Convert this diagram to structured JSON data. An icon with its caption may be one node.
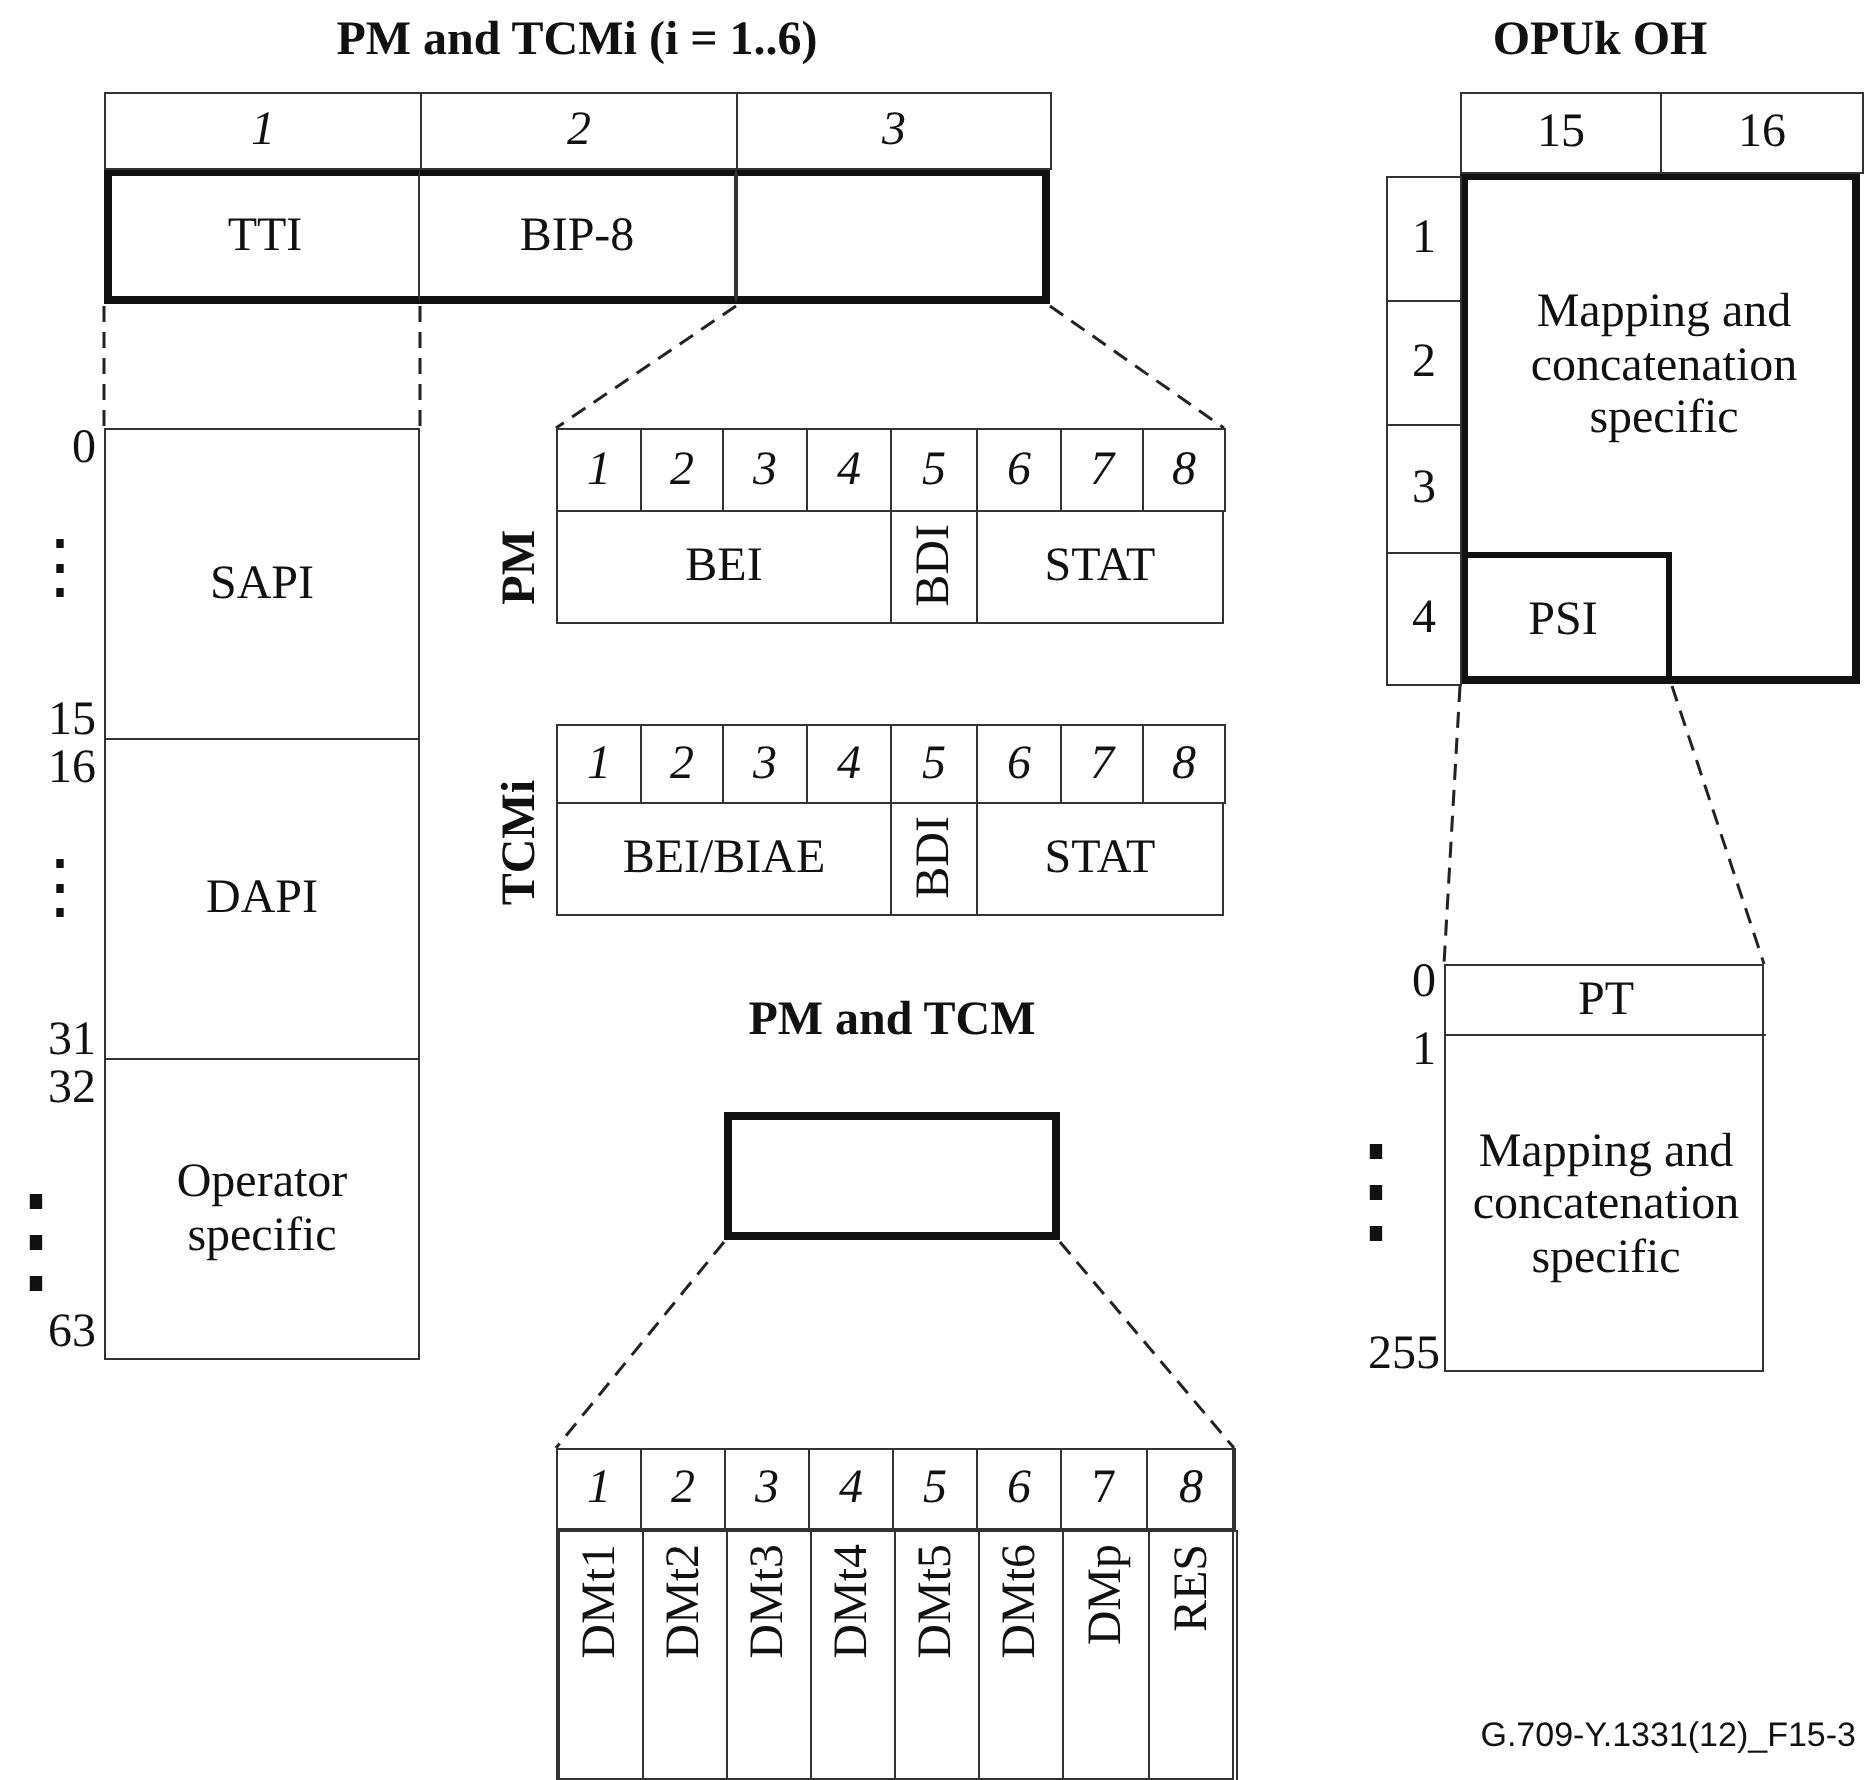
{
  "diagram": {
    "caption": "G.709-Y.1331(12)_F15-3",
    "nodes": [
      {
        "text": [
          "PM and TCMi (i = 1..6)"
        ]
      },
      {
        "text": [
          "TTI"
        ],
        "in": 0
      },
      {
        "text": [
          "BIP-8"
        ],
        "in": 0
      },
      {
        "text": [],
        "shape": "box",
        "in": 0
      },
      {
        "text": [
          "SAPI"
        ]
      },
      {
        "text": [
          "DAPI"
        ]
      },
      {
        "text": [
          "Operator specific"
        ]
      },
      {
        "text": [
          "PM"
        ]
      },
      {
        "text": [
          "BEI"
        ],
        "in": 7
      },
      {
        "text": [
          "BDI"
        ],
        "in": 7
      },
      {
        "text": [
          "STAT"
        ],
        "in": 7
      },
      {
        "text": [
          "TCMi"
        ]
      },
      {
        "text": [
          "BEI/BIAE"
        ],
        "in": 11
      },
      {
        "text": [
          "BDI"
        ],
        "in": 11
      },
      {
        "text": [
          "STAT"
        ],
        "in": 11
      },
      {
        "text": [
          "PM and TCM"
        ]
      },
      {
        "text": [],
        "shape": "box"
      },
      {
        "text": [
          "DMt1"
        ],
        "in": 16
      },
      {
        "text": [
          "DMt2"
        ],
        "in": 16
      },
      {
        "text": [
          "DMt3"
        ],
        "in": 16
      },
      {
        "text": [
          "DMt4"
        ],
        "in": 16
      },
      {
        "text": [
          "DMt5"
        ],
        "in": 16
      },
      {
        "text": [
          "DMt6"
        ],
        "in": 16
      },
      {
        "text": [
          "DMp"
        ],
        "in": 16
      },
      {
        "text": [
          "RES"
        ],
        "in": 16
      },
      {
        "text": [
          "OPUk OH"
        ]
      },
      {
        "text": [
          "Mapping and concatenation specific"
        ],
        "in": 25
      },
      {
        "text": [
          "PSI"
        ],
        "in": 25
      },
      {
        "text": [],
        "shape": "box"
      },
      {
        "text": [
          "PT"
        ],
        "in": 28
      },
      {
        "text": [
          "Mapping and concatenation specific"
        ],
        "in": 28
      }
    ],
    "edges": [
      {
        "from": 1,
        "to": 4,
        "arrow": "none",
        "style": "dashed"
      },
      {
        "from": 1,
        "to": 4,
        "arrow": "none",
        "style": "dashed"
      },
      {
        "from": 3,
        "to": 7,
        "arrow": "none",
        "style": "dashed"
      },
      {
        "from": 3,
        "to": 7,
        "arrow": "none",
        "style": "dashed"
      },
      {
        "from": 15,
        "to": 16,
        "arrow": "none",
        "style": "dashed"
      },
      {
        "from": 15,
        "to": 16,
        "arrow": "none",
        "style": "dashed"
      },
      {
        "from": 27,
        "to": 28,
        "arrow": "none",
        "style": "dashed"
      },
      {
        "from": 27,
        "to": 28,
        "arrow": "none",
        "style": "dashed"
      }
    ],
    "labels": [
      "1",
      "2",
      "3",
      "15",
      "16",
      "0",
      "⋮",
      "15",
      "16",
      "⋮",
      "31",
      "32",
      "⋮",
      "63",
      "1",
      "2",
      "3",
      "4",
      "5",
      "6",
      "7",
      "8",
      "1",
      "2",
      "3",
      "4",
      "5",
      "6",
      "7",
      "8",
      "1",
      "2",
      "3",
      "4",
      "0",
      "1",
      "⋮",
      "255",
      "1",
      "2",
      "3",
      "4",
      "5",
      "6",
      "7",
      "8"
    ]
  }
}
